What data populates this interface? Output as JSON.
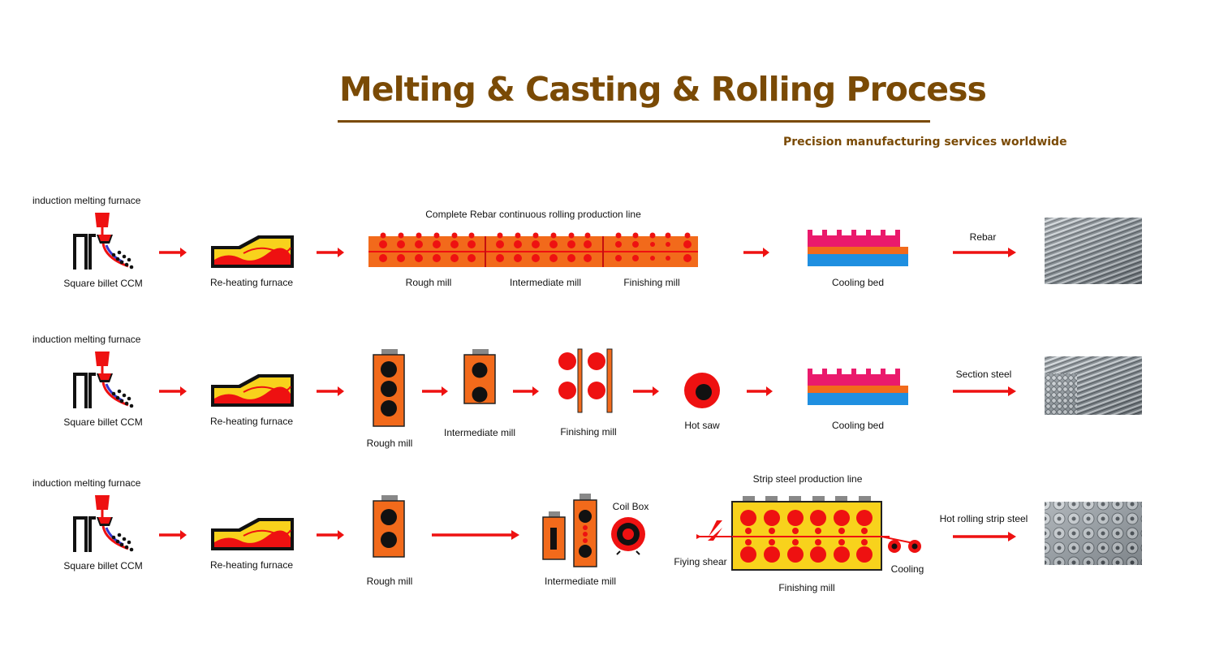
{
  "header": {
    "title": "Melting & Casting & Rolling Process",
    "subtitle": "Precision manufacturing services worldwide"
  },
  "colors": {
    "brand_brown": "#7a4a05",
    "arrow_red": "#ee1111",
    "mill_orange": "#f26a1b",
    "furnace_yellow": "#f8d21c",
    "bed_magenta": "#ea1a6c",
    "bed_blue": "#1f8fe0"
  },
  "rows": [
    {
      "start_label": "induction melting furnace",
      "ccm_label": "Square billet CCM",
      "furnace_label": "Re-heating furnace",
      "line_title": "Complete Rebar continuous rolling production line",
      "rough_label": "Rough mill",
      "intermediate_label": "Intermediate mill",
      "finishing_label": "Finishing mill",
      "cooling_label": "Cooling bed",
      "product_label": "Rebar",
      "product_icon": "rebar-bundle-photo"
    },
    {
      "start_label": "induction melting furnace",
      "ccm_label": "Square billet CCM",
      "furnace_label": "Re-heating furnace",
      "rough_label": "Rough mill",
      "intermediate_label": "Intermediate mill",
      "finishing_label": "Finishing mill",
      "saw_label": "Hot saw",
      "cooling_label": "Cooling bed",
      "product_label": "Section steel",
      "product_icon": "section-steel-photo"
    },
    {
      "start_label": "induction melting furnace",
      "ccm_label": "Square billet CCM",
      "furnace_label": "Re-heating furnace",
      "rough_label": "Rough mill",
      "intermediate_label": "Intermediate mill",
      "coilbox_label": "Coil Box",
      "line_title": "Strip steel production line",
      "shear_label": "Fiying shear",
      "finishing_label": "Finishing mill",
      "cooling_label": "Cooling",
      "product_label": "Hot rolling strip steel",
      "product_icon": "steel-coils-photo"
    }
  ]
}
